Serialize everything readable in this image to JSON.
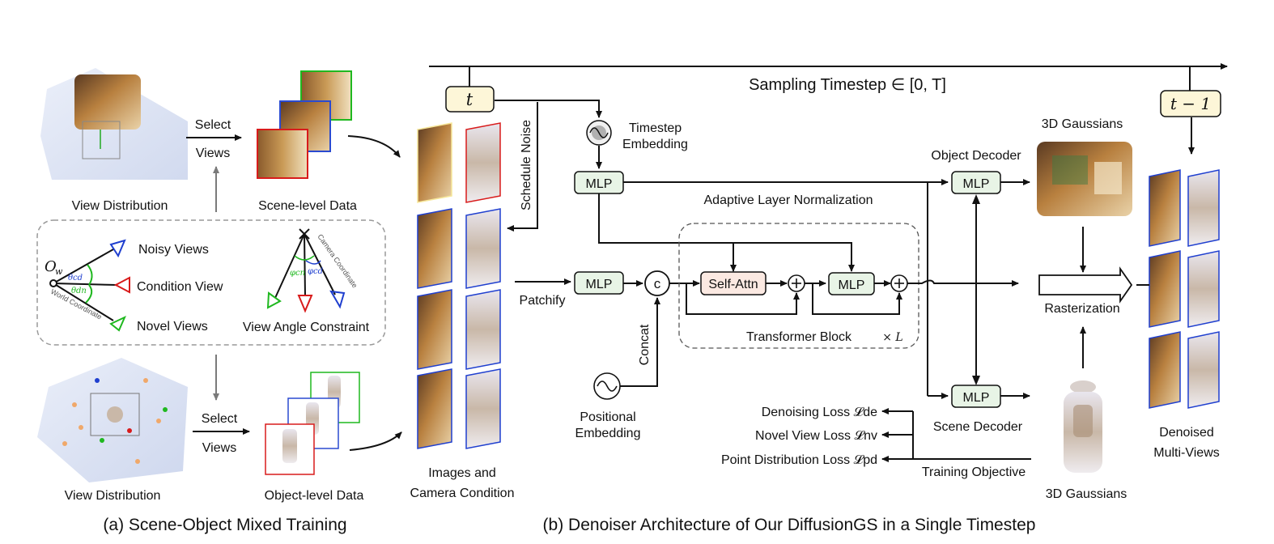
{
  "panel_a": {
    "caption": "(a) Scene-Object Mixed Training",
    "view_distribution_top": "View Distribution",
    "view_distribution_bottom": "View Distribution",
    "select_top": "Select",
    "views_top": "Views",
    "select_bottom": "Select",
    "views_bottom": "Views",
    "scene_level_data": "Scene-level Data",
    "object_level_data": "Object-level Data",
    "noisy_views": "Noisy Views",
    "condition_view": "Condition View",
    "novel_views": "Novel Views",
    "view_angle_constraint": "View Angle Constraint",
    "world_coordinate": "World Coordinate",
    "camera_coordinate": "Camera Coordinate",
    "ow_symbol": "O",
    "ow_sub": "w",
    "theta_cd": "θcd",
    "theta_dn": "θdn",
    "phi_cn": "φcn",
    "phi_cd": "φcd"
  },
  "panel_b": {
    "caption": "(b) Denoiser Architecture of Our DiffusionGS in a Single Timestep",
    "sampling_timestep": "Sampling Timestep ∈ [0,  T]",
    "t_label": "t",
    "t_minus_1": "t − 1",
    "schedule_noise": "Schedule Noise",
    "timestep_embedding_1": "Timestep",
    "timestep_embedding_2": "Embedding",
    "mlp": "MLP",
    "adaptive_layer_norm": "Adaptive Layer Normalization",
    "patchify": "Patchify",
    "concat_symbol": "c",
    "concat": "Concat",
    "self_attn": "Self-Attn",
    "transformer_block": "Transformer Block",
    "times_l": "× L",
    "positional_embedding_1": "Positional",
    "positional_embedding_2": "Embedding",
    "images_camera_1": "Images and",
    "images_camera_2": "Camera Condition",
    "object_decoder": "Object Decoder",
    "scene_decoder": "Scene Decoder",
    "gaussians_top": "3D Gaussians",
    "gaussians_bottom": "3D Gaussians",
    "rasterization": "Rasterization",
    "denoised_1": "Denoised",
    "denoised_2": "Multi-Views",
    "loss_denoising": "Denoising Loss 𝓛de",
    "loss_novel": "Novel View Loss 𝓛nv",
    "loss_point": "Point Distribution Loss 𝓛pd",
    "training_objective": "Training Objective"
  },
  "colors": {
    "mlp_fill": "#e8f4e6",
    "self_attn_fill": "#fbe9e2",
    "timestep_fill": "#fdf6d8",
    "noisy": "#1f3fcf",
    "condition": "#d81b1b",
    "novel": "#1fb81f",
    "view_frame_yellow": "#f6e79a"
  }
}
